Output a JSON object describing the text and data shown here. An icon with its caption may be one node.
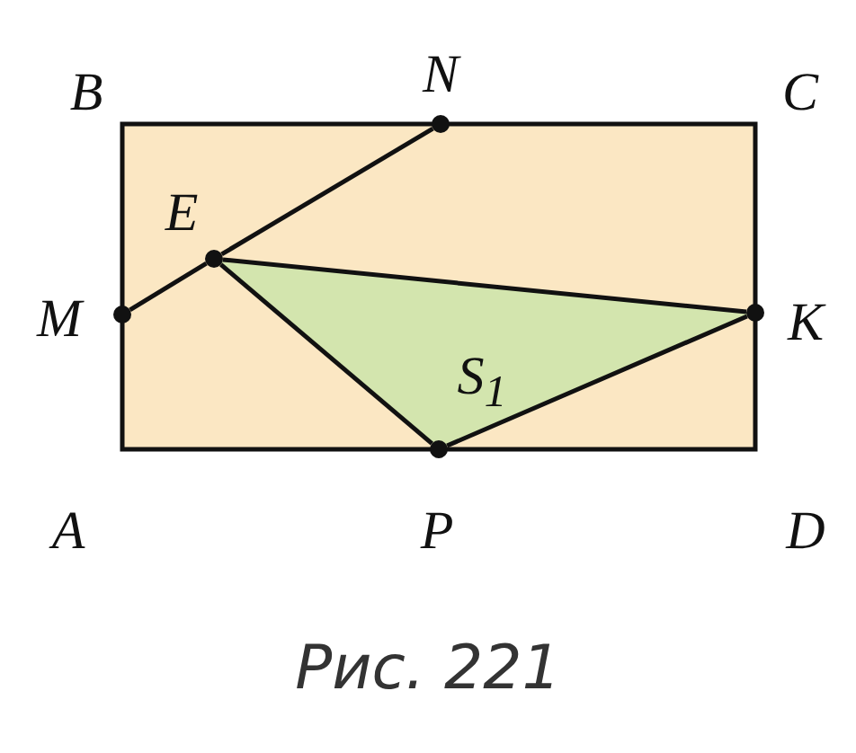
{
  "diagram": {
    "caption": "Рис. 221",
    "nodes": [
      {
        "text": [],
        "shape": "circle",
        "beside": [
          "N"
        ]
      },
      {
        "text": [],
        "shape": "circle",
        "beside": [
          "E"
        ]
      },
      {
        "text": [],
        "shape": "circle",
        "beside": [
          "M"
        ]
      },
      {
        "text": [],
        "shape": "circle",
        "beside": [
          "K"
        ]
      },
      {
        "text": [
          "S$_{1}$"
        ]
      },
      {
        "text": [],
        "shape": "circle",
        "beside": [
          "P"
        ]
      }
    ],
    "edges": [
      {
        "from": 2,
        "to": 1,
        "arrow": "none"
      },
      {
        "from": 1,
        "to": 0,
        "arrow": "none"
      },
      {
        "from": 1,
        "to": 3,
        "arrow": "none"
      },
      {
        "from": 1,
        "to": 5,
        "arrow": "none"
      },
      {
        "from": 5,
        "to": 3,
        "arrow": "none"
      }
    ],
    "labels": [
      "B",
      "C",
      "A",
      "D"
    ]
  }
}
